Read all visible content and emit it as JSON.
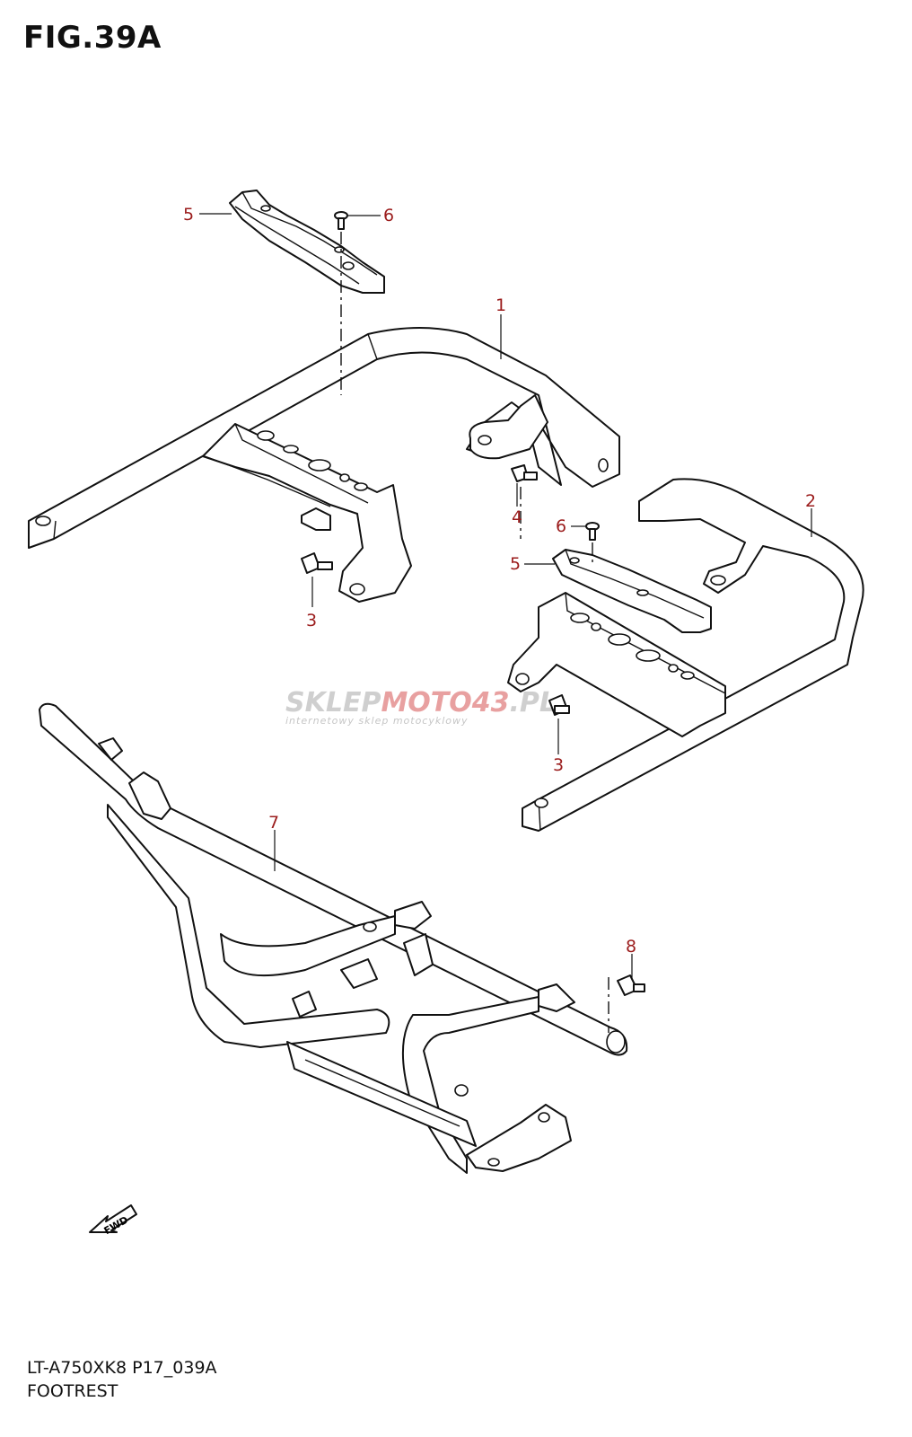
{
  "figure": {
    "title": "FIG.39A",
    "model_code": "LT-A750XK8 P17_039A",
    "section_name": "FOOTREST"
  },
  "callouts": [
    "5",
    "6",
    "1",
    "4",
    "3",
    "2",
    "6",
    "5",
    "3",
    "7",
    "8"
  ],
  "watermark": {
    "brand_a": "SKLEP",
    "brand_b": "MOTO",
    "brand_c": "43",
    "brand_d": ".PL",
    "tagline": "internetowy sklep motocyklowy"
  },
  "fwd_label": "FWD",
  "colors": {
    "callout": "#9b1c1c",
    "line": "#111111",
    "watermark_grey": "#c6c6c6",
    "watermark_red": "#e8a0a0"
  }
}
